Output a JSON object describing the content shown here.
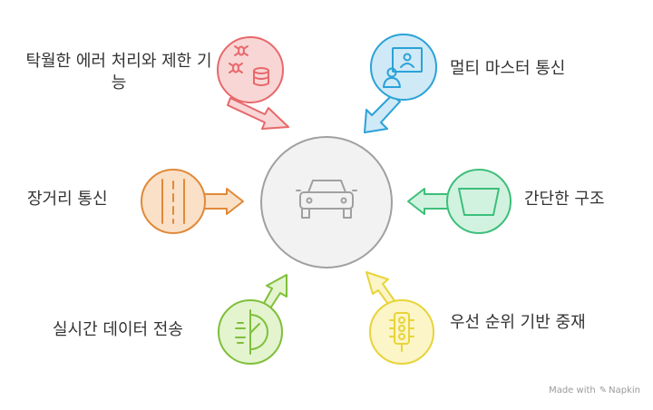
{
  "diagram": {
    "center": {
      "icon": "car-icon"
    },
    "items": [
      {
        "id": "error-handling",
        "label": "탁월한 에러 처리와 제한 기능",
        "icon": "bug-database-icon",
        "color": "#e8686a",
        "fill": "#f8d6d6"
      },
      {
        "id": "multi-master",
        "label": "멀티 마스터 통신",
        "icon": "presenter-screen-icon",
        "color": "#2aa2d8",
        "fill": "#cfe9f6"
      },
      {
        "id": "long-distance",
        "label": "장거리 통신",
        "icon": "road-icon",
        "color": "#e0893a",
        "fill": "#fae0c7"
      },
      {
        "id": "simple-structure",
        "label": "간단한 구조",
        "icon": "trapezoid-icon",
        "color": "#3cbf7a",
        "fill": "#d2f2e0"
      },
      {
        "id": "realtime-transfer",
        "label": "실시간 데이터 전송",
        "icon": "stopwatch-icon",
        "color": "#7fbf3a",
        "fill": "#e3f4cf"
      },
      {
        "id": "priority-arbitration",
        "label": "우선 순위 기반 중재",
        "icon": "traffic-light-icon",
        "color": "#e8d43a",
        "fill": "#fbf5c7"
      }
    ]
  },
  "watermark": {
    "prefix": "Made with",
    "brand": "Napkin",
    "icon": "napkin-logo-icon"
  }
}
